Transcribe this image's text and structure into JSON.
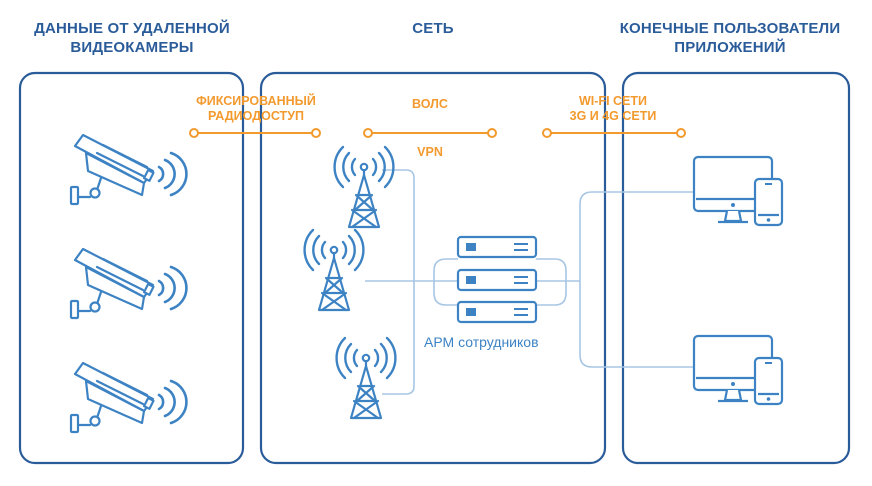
{
  "headers": {
    "cameras_line1": "ДАННЫЕ ОТ УДАЛЕННОЙ",
    "cameras_line2": "ВИДЕОКАМЕРЫ",
    "network": "СЕТЬ",
    "users_line1": "КОНЕЧНЫЕ ПОЛЬЗОВАТЕЛИ",
    "users_line2": "ПРИЛОЖЕНИЙ"
  },
  "links": {
    "fixed_line1": "ФИКСИРОВАННЫЙ",
    "fixed_line2": "РАДИОДОСТУП",
    "fiber": "ВОЛС",
    "vpn": "VPN",
    "wifi_line1": "WI-FI СЕТИ",
    "wifi_line2": "3G И 4G СЕТИ"
  },
  "server_caption": "АРМ сотрудников",
  "icons": [
    "cctv-camera-icon",
    "cell-tower-icon",
    "server-rack-icon",
    "desktop-monitor-icon",
    "smartphone-icon"
  ],
  "colors": {
    "heading": "#2b5c9a",
    "accent": "#f39a2e",
    "line": "#3d83c4",
    "connector": "#a7c6e4"
  }
}
